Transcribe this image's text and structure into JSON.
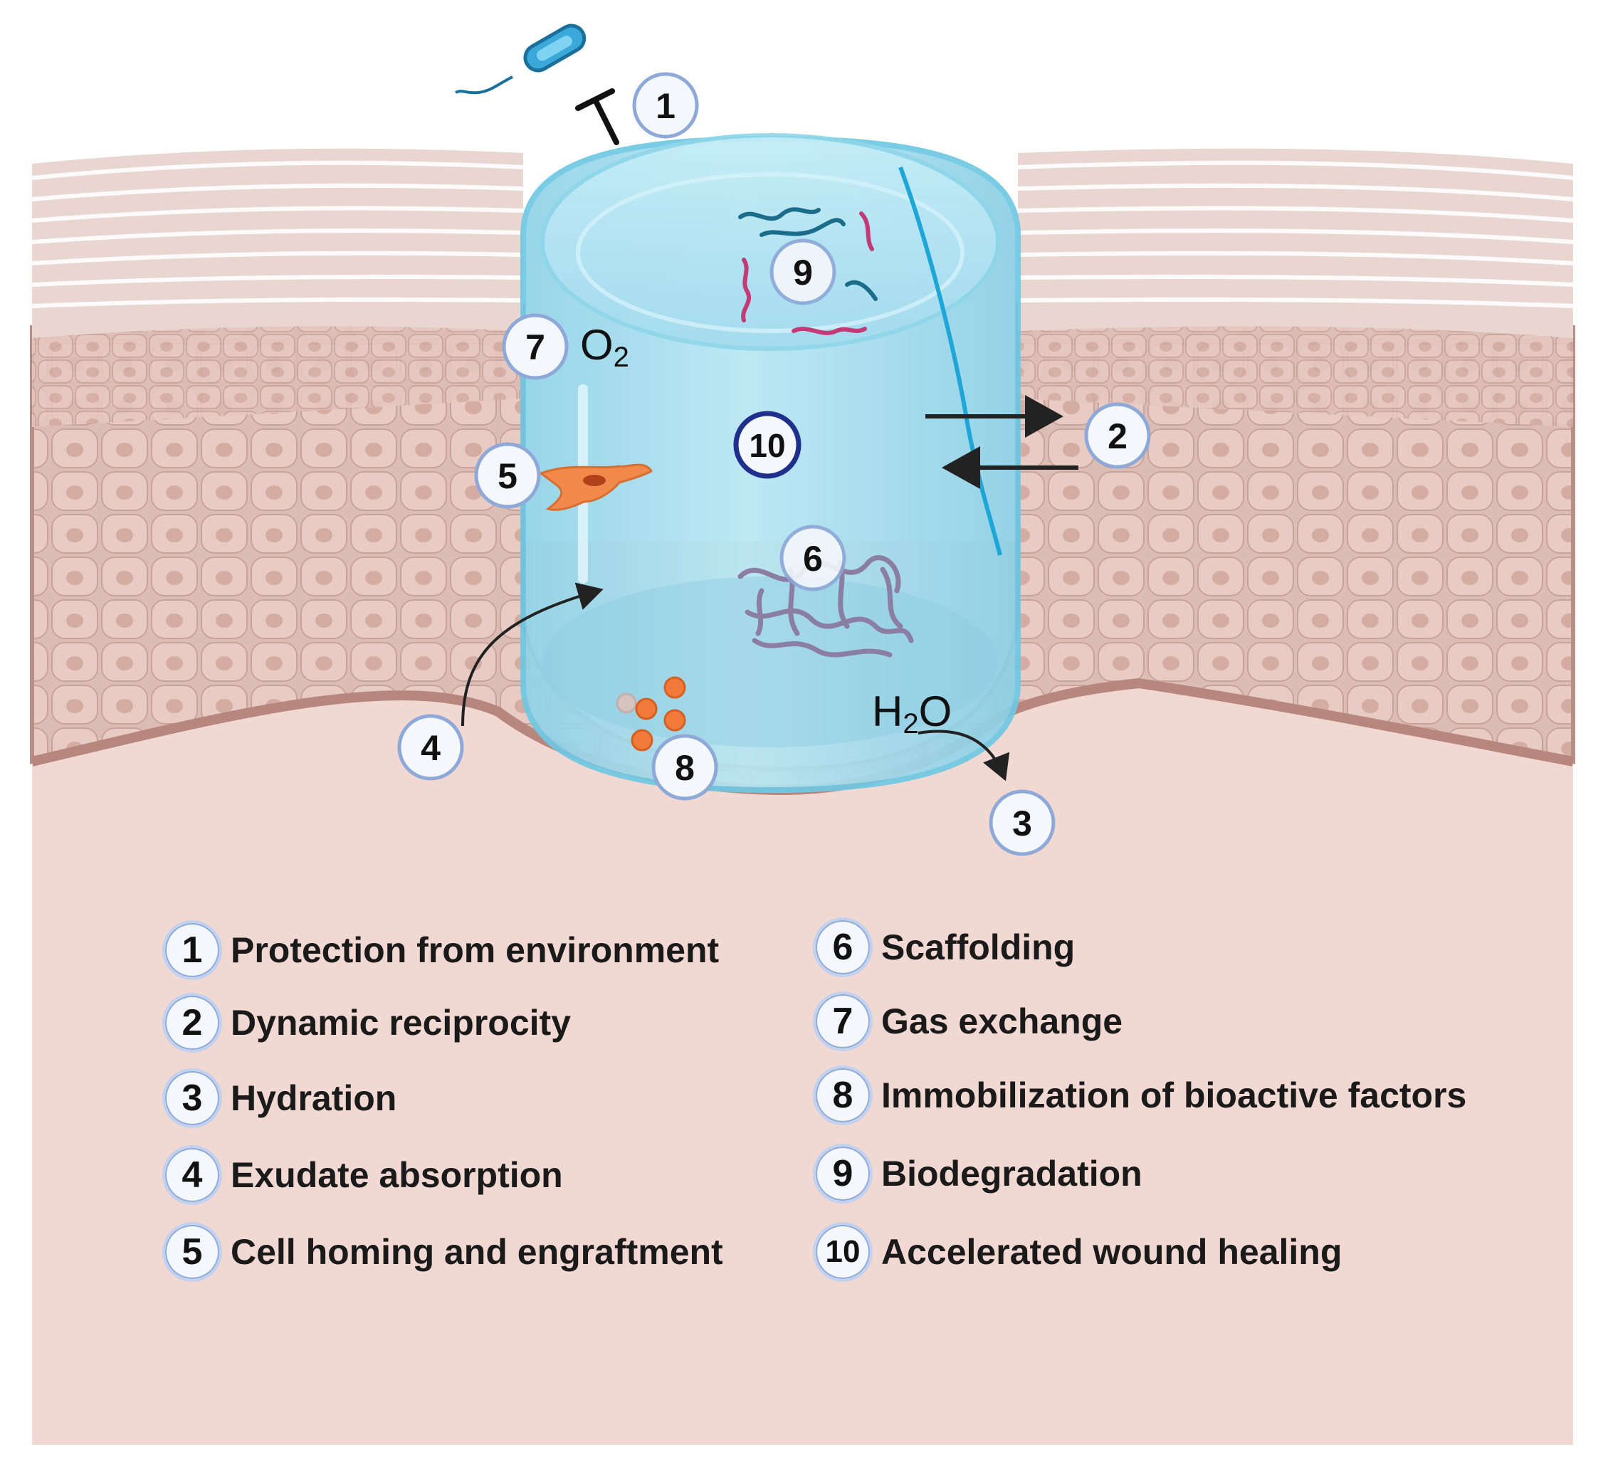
{
  "figure": {
    "labels": {
      "o2": "O",
      "o2_sub": "2",
      "h2o_h": "H",
      "h2o_sub": "2",
      "h2o_o": "O"
    },
    "markers": [
      "1",
      "2",
      "3",
      "4",
      "5",
      "6",
      "7",
      "8",
      "9",
      "10"
    ]
  },
  "legend": {
    "left": [
      {
        "num": "1",
        "text": "Protection from environment"
      },
      {
        "num": "2",
        "text": "Dynamic reciprocity"
      },
      {
        "num": "3",
        "text": "Hydration"
      },
      {
        "num": "4",
        "text": "Exudate absorption"
      },
      {
        "num": "5",
        "text": "Cell homing and engraftment"
      }
    ],
    "right": [
      {
        "num": "6",
        "text": "Scaffolding"
      },
      {
        "num": "7",
        "text": "Gas exchange"
      },
      {
        "num": "8",
        "text": "Immobilization of bioactive factors"
      },
      {
        "num": "9",
        "text": "Biodegradation"
      },
      {
        "num": "10",
        "text": "Accelerated wound healing"
      }
    ]
  },
  "colors": {
    "skin_top": "#f3ebe8",
    "epidermis": "#d9b9b1",
    "dermis": "#f1d8d3",
    "hydrogel": "#a9dcec",
    "hydrogel_edge": "#7fcfe8",
    "badge_ring": "#8ea9d8",
    "badge_highlight": "#1f2f8c",
    "cell": "#f08a4b",
    "factor": "#f07a3a"
  }
}
